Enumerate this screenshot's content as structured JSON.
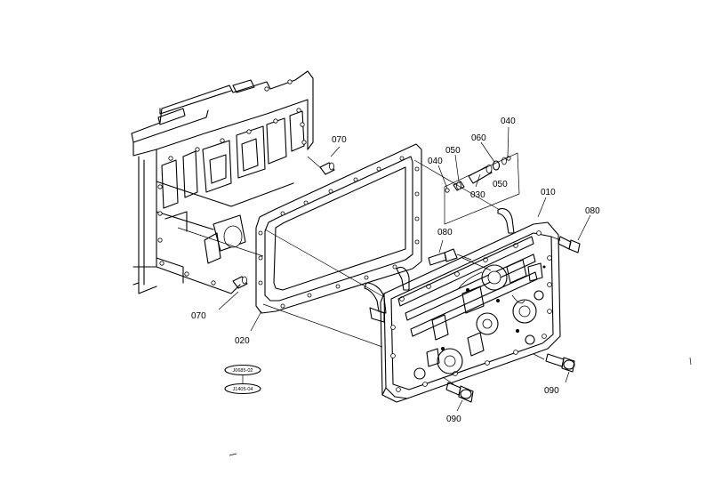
{
  "diagram": {
    "callouts": [
      {
        "id": "c070a",
        "label": "070"
      },
      {
        "id": "c070b",
        "label": "070"
      },
      {
        "id": "c020",
        "label": "020"
      },
      {
        "id": "c010",
        "label": "010"
      },
      {
        "id": "c080a",
        "label": "080"
      },
      {
        "id": "c080b",
        "label": "080"
      },
      {
        "id": "c090a",
        "label": "090"
      },
      {
        "id": "c090b",
        "label": "090"
      },
      {
        "id": "c040a",
        "label": "040"
      },
      {
        "id": "c040b",
        "label": "040"
      },
      {
        "id": "c050a",
        "label": "050"
      },
      {
        "id": "c050b",
        "label": "050"
      },
      {
        "id": "c060",
        "label": "060"
      },
      {
        "id": "c030",
        "label": "030"
      }
    ],
    "reference_codes": [
      "J0685-02",
      "J1405-04"
    ]
  }
}
